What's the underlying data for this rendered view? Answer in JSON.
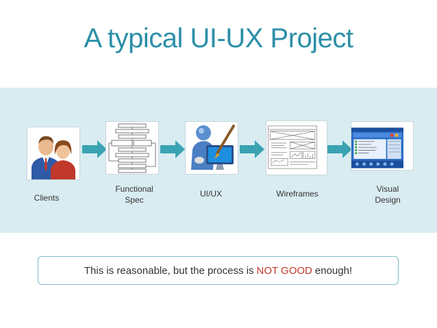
{
  "slide": {
    "title": "A typical UI-UX Project"
  },
  "flow": {
    "steps": [
      {
        "label": "Clients",
        "icon": "people-icon"
      },
      {
        "label": "Functional\nSpec",
        "icon": "flowchart-doc-icon"
      },
      {
        "label": "UI/UX",
        "icon": "designer-paintbrush-icon"
      },
      {
        "label": "Wireframes",
        "icon": "wireframe-sketch-icon"
      },
      {
        "label": "Visual\nDesign",
        "icon": "app-screenshot-icon"
      }
    ],
    "arrow_color": "#3aa3b3"
  },
  "note": {
    "prefix": "This is reasonable, but the process is",
    "highlight": "NOT GOOD",
    "suffix": "enough!",
    "highlight_color": "#c0392b"
  },
  "colors": {
    "title": "#2c8fa8",
    "band": "#d9ecf1"
  }
}
